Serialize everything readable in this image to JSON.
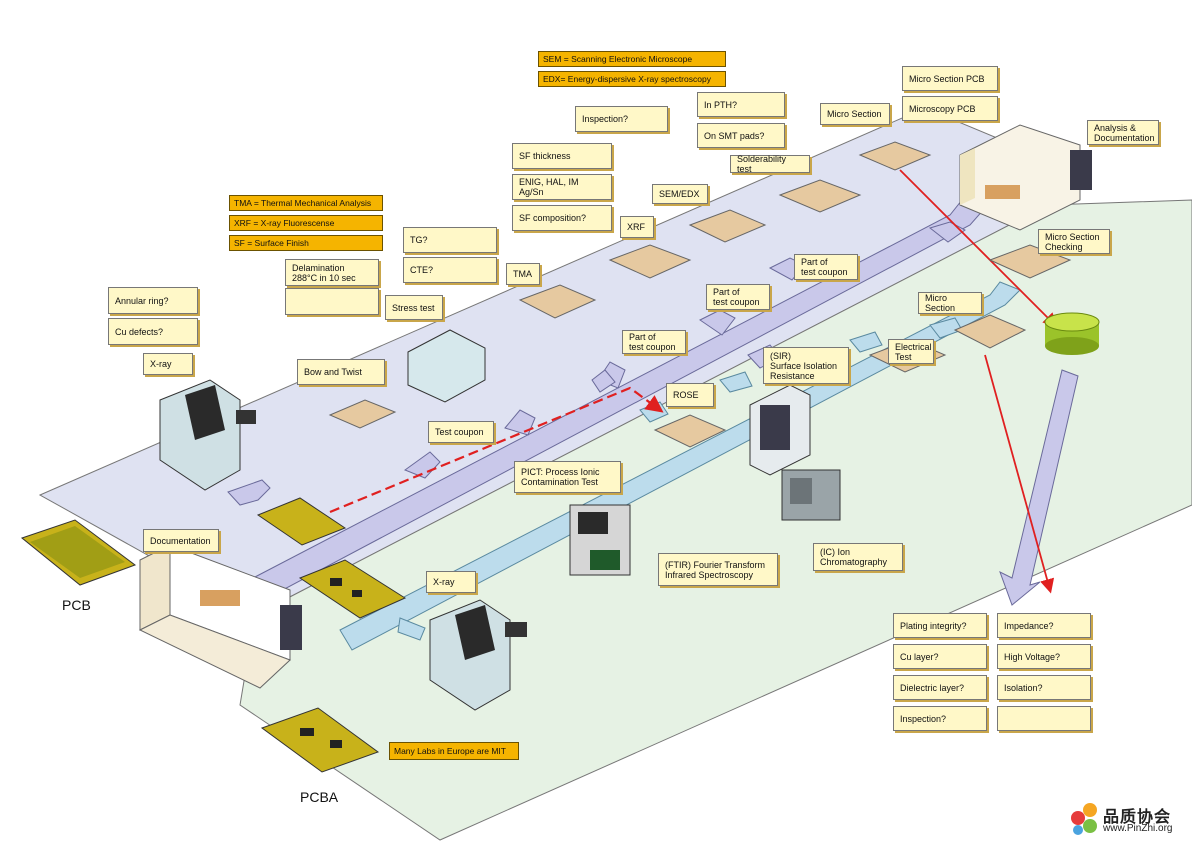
{
  "definitions": {
    "sem": "SEM = Scanning Electronic Microscope",
    "edx": "EDX= Energy-dispersive X-ray spectroscopy",
    "tma": "TMA = Thermal Mechanical Analysis",
    "xrf": "XRF = X-ray Fluorescense",
    "sf": "SF = Surface Finish",
    "mit": "Many Labs in Europe are MIT"
  },
  "notes": {
    "micro_section_pcb": "Micro Section PCB",
    "microscopy_pcb": "Microscopy PCB",
    "in_pth": "In PTH?",
    "on_smt_pads": "On SMT pads?",
    "inspection_top": "Inspection?",
    "sf_thickness": "SF thickness",
    "enig": "ENIG, HAL, IM Ag/Sn",
    "sf_composition": "SF composition?",
    "tg": "TG?",
    "cte": "CTE?",
    "delamination": "Delamination\n288°C in 10 sec",
    "delamination_blank": "",
    "annular_ring": "Annular ring?",
    "cu_defects": "Cu defects?",
    "plating_integrity": "Plating integrity?",
    "impedance": "Impedance?",
    "cu_layer": "Cu layer?",
    "high_voltage": "High Voltage?",
    "dielectric_layer": "Dielectric  layer?",
    "isolation": "Isolation?",
    "inspection_bottom": "Inspection?",
    "bottom_blank": ""
  },
  "stations": {
    "micro_section_top": "Micro Section",
    "analysis_doc": "Analysis &\nDocumentation",
    "solderability": "Solderability test",
    "sem_edx": "SEM/EDX",
    "xrf": "XRF",
    "tma": "TMA",
    "part_coupon_1": "Part of\ntest coupon",
    "part_coupon_2": "Part of\ntest coupon",
    "part_coupon_3": "Part of\ntest coupon",
    "micro_section_check": "Micro Section\nChecking",
    "micro_section_mid": "Micro Section",
    "electrical_test": "Electrical\nTest",
    "sir": "(SIR)\nSurface Isolation\nResistance",
    "rose": "ROSE",
    "stress_test": "Stress test",
    "test_coupon": "Test coupon",
    "bow_twist": "Bow and Twist",
    "xray_top": "X-ray",
    "pict": "PICT: Process Ionic\nContamination Test",
    "ftir": "(FTIR) Fourier Transform\nInfrared Spectroscopy",
    "ic": "(IC) Ion\nChromatography",
    "documentation": "Documentation",
    "xray_bottom": "X-ray"
  },
  "labels": {
    "pcb": "PCB",
    "pcba": "PCBA"
  },
  "logo": {
    "name": "品质协会",
    "url": "www.PinZhi.org"
  },
  "colors": {
    "upper_floor": "#dfe2f2",
    "lower_floor": "#e6f2e4",
    "upper_arrow": "#c9c8ea",
    "lower_arrow": "#bcdcec",
    "red_path": "#e02020",
    "definition_bg": "#f5b400",
    "note_bg": "#fff8c8"
  }
}
